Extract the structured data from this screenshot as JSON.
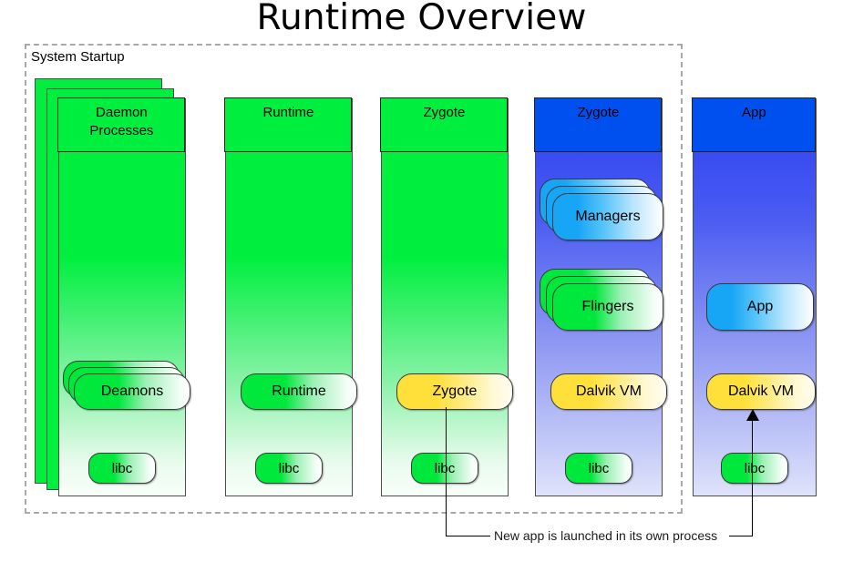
{
  "title": "Runtime Overview",
  "group": {
    "label": "System Startup"
  },
  "columns": [
    {
      "id": "daemon-processes",
      "header": "Daemon\nProcesses",
      "kind": "green",
      "stacked": true,
      "stack_count": 3,
      "nodes": [
        {
          "id": "deamons",
          "label": "Deamons",
          "style": "green",
          "stacked": true,
          "stack_count": 3
        },
        {
          "id": "libc",
          "label": "libc",
          "style": "green",
          "stacked": false
        }
      ]
    },
    {
      "id": "runtime",
      "header": "Runtime",
      "kind": "green",
      "stacked": false,
      "stack_count": 1,
      "nodes": [
        {
          "id": "runtime",
          "label": "Runtime",
          "style": "green",
          "stacked": false
        },
        {
          "id": "libc",
          "label": "libc",
          "style": "green",
          "stacked": false
        }
      ]
    },
    {
      "id": "zygote-green",
      "header": "Zygote",
      "kind": "green",
      "stacked": false,
      "stack_count": 1,
      "nodes": [
        {
          "id": "zygote",
          "label": "Zygote",
          "style": "yellow",
          "stacked": false
        },
        {
          "id": "libc",
          "label": "libc",
          "style": "green",
          "stacked": false
        }
      ]
    },
    {
      "id": "zygote-blue",
      "header": "Zygote",
      "kind": "blue",
      "stacked": false,
      "stack_count": 1,
      "nodes": [
        {
          "id": "managers",
          "label": "Managers",
          "style": "blue",
          "stacked": true,
          "stack_count": 3
        },
        {
          "id": "flingers",
          "label": "Flingers",
          "style": "green",
          "stacked": true,
          "stack_count": 3
        },
        {
          "id": "dalvik-vm",
          "label": "Dalvik VM",
          "style": "yellow",
          "stacked": false
        },
        {
          "id": "libc",
          "label": "libc",
          "style": "green",
          "stacked": false
        }
      ]
    },
    {
      "id": "app",
      "header": "App",
      "kind": "blue",
      "stacked": false,
      "stack_count": 1,
      "nodes": [
        {
          "id": "app",
          "label": "App",
          "style": "blue",
          "stacked": false
        },
        {
          "id": "dalvik-vm",
          "label": "Dalvik VM",
          "style": "yellow",
          "stacked": false
        },
        {
          "id": "libc",
          "label": "libc",
          "style": "green",
          "stacked": false
        }
      ]
    }
  ],
  "annotation": {
    "caption": "New app is launched in its own process"
  },
  "colors": {
    "green_header": "#00ef3f",
    "blue_header": "#0050f0",
    "yellow_node": "#ffe03a",
    "blue_node": "#17a5f5",
    "green_node": "#00e83c",
    "group_border": "#a9a9a9",
    "column_border": "#4d4d4d"
  }
}
